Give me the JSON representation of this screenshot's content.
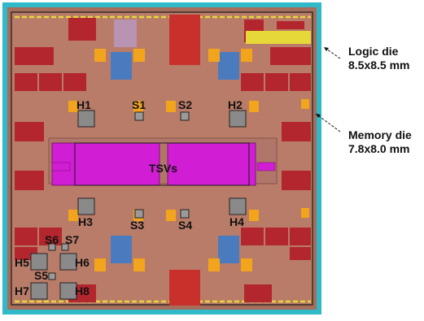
{
  "labels": {
    "logic_die_line1": "Logic die",
    "logic_die_line2": "8.5x8.5 mm",
    "memory_die_line1": "Memory die",
    "memory_die_line2": "7.8x8.0 mm",
    "tsvs": "TSVs",
    "h1": "H1",
    "h2": "H2",
    "h3": "H3",
    "h4": "H4",
    "h5": "H5",
    "h6": "H6",
    "h7": "H7",
    "h8": "H8",
    "s1": "S1",
    "s2": "S2",
    "s3": "S3",
    "s4": "S4",
    "s5": "S5",
    "s6": "S6",
    "s7": "S7"
  },
  "colors": {
    "logic_die_border": "#2fb9c9",
    "memory_die_border": "#1a1a1a",
    "die_fill": "#b97c68",
    "tsv_fill": "#d11ed4",
    "macro_red": "#b3262e",
    "io_orange": "#f2a51c",
    "lattice_blue": "#4a7bbf",
    "bus_yellow": "#e7d83a",
    "hotspot_gray": "#8a8a8a"
  }
}
